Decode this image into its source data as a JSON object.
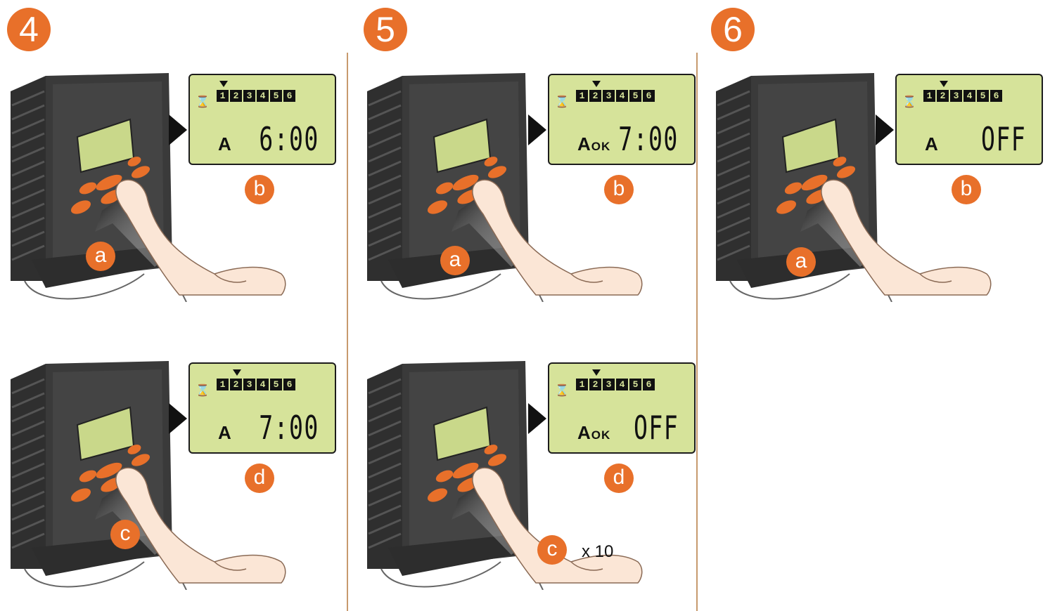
{
  "steps": [
    {
      "number": "4"
    },
    {
      "number": "5"
    },
    {
      "number": "6"
    }
  ],
  "screens": {
    "s4a": {
      "mode": "A",
      "ok": "",
      "time": "6:00",
      "label": "b"
    },
    "s4b": {
      "mode": "A",
      "ok": "",
      "time": "7:00",
      "label": "d"
    },
    "s5a": {
      "mode": "A",
      "ok": "OK",
      "time": "7:00",
      "label": "b"
    },
    "s5b": {
      "mode": "A",
      "ok": "OK",
      "time": "OFF",
      "label": "d"
    },
    "s6a": {
      "mode": "A",
      "ok": "",
      "time": "OFF",
      "label": "b"
    }
  },
  "lcd_digits": [
    "1",
    "2",
    "3",
    "4",
    "5",
    "6"
  ],
  "press_labels": {
    "p4a": "a",
    "p4b": "c",
    "p5a": "a",
    "p5b": "c",
    "p6a": "a"
  },
  "repeat_label": "x 10",
  "colors": {
    "accent": "#e8702a",
    "lcd": "#d6e39a",
    "device": "#3a3a3a"
  }
}
